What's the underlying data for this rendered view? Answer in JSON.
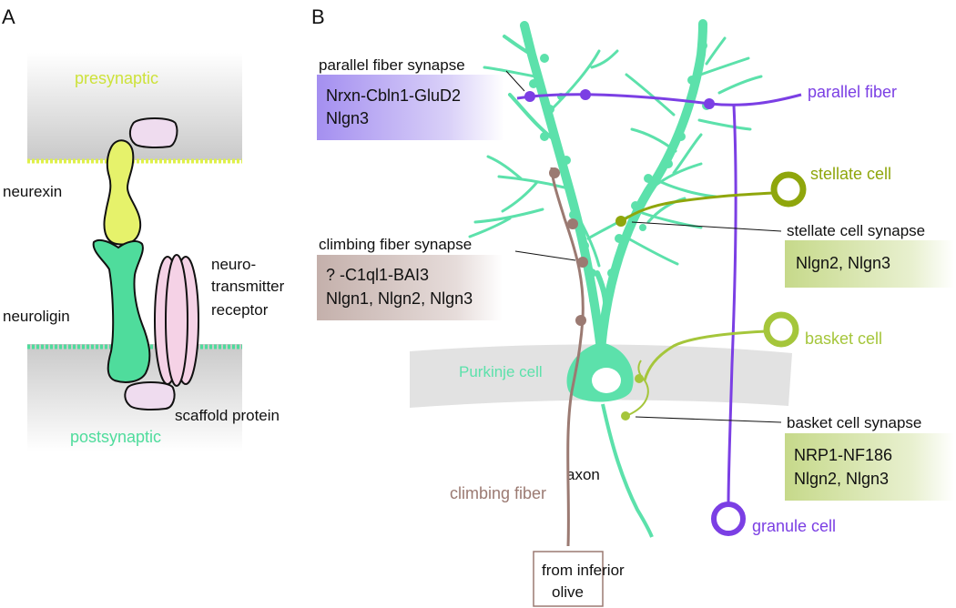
{
  "panel_a": {
    "letter": "A",
    "presynaptic": "presynaptic",
    "postsynaptic": "postsynaptic",
    "neurexin": "neurexin",
    "neuroligin": "neuroligin",
    "receptor_line1": "neuro-",
    "receptor_line2": "transmitter",
    "receptor_line3": "receptor",
    "scaffold": "scaffold protein"
  },
  "panel_b": {
    "letter": "B",
    "parallel_fiber": "parallel fiber",
    "parallel_fiber_synapse": {
      "title": "parallel fiber synapse",
      "line1": "Nrxn-Cbln1-GluD2",
      "line2": "Nlgn3"
    },
    "climbing_fiber_synapse": {
      "title": "climbing fiber synapse",
      "line1": "? -C1ql1-BAI3",
      "line2": "Nlgn1, Nlgn2, Nlgn3"
    },
    "stellate_cell": "stellate cell",
    "stellate_cell_synapse": {
      "title": "stellate cell synapse",
      "line1": "Nlgn2, Nlgn3"
    },
    "basket_cell": "basket cell",
    "basket_cell_synapse": {
      "title": "basket cell synapse",
      "line1": "NRP1-NF186",
      "line2": "Nlgn2, Nlgn3"
    },
    "purkinje_cell": "Purkinje cell",
    "axon": "axon",
    "climbing_fiber": "climbing fiber",
    "granule_cell": "granule cell",
    "inferior_olive_line1": "from inferior",
    "inferior_olive_line2": "olive"
  },
  "colors": {
    "purkinje": "#5ce1ab",
    "parallel_fiber": "#7b3fe4",
    "climbing_fiber": "#9b7a72",
    "stellate": "#8fa60c",
    "basket": "#a5c63b",
    "neurexin": "#e6f26b",
    "neuroligin": "#4fdc9c",
    "receptor": "#f5d2e6",
    "scaffold": "#efdcef"
  }
}
